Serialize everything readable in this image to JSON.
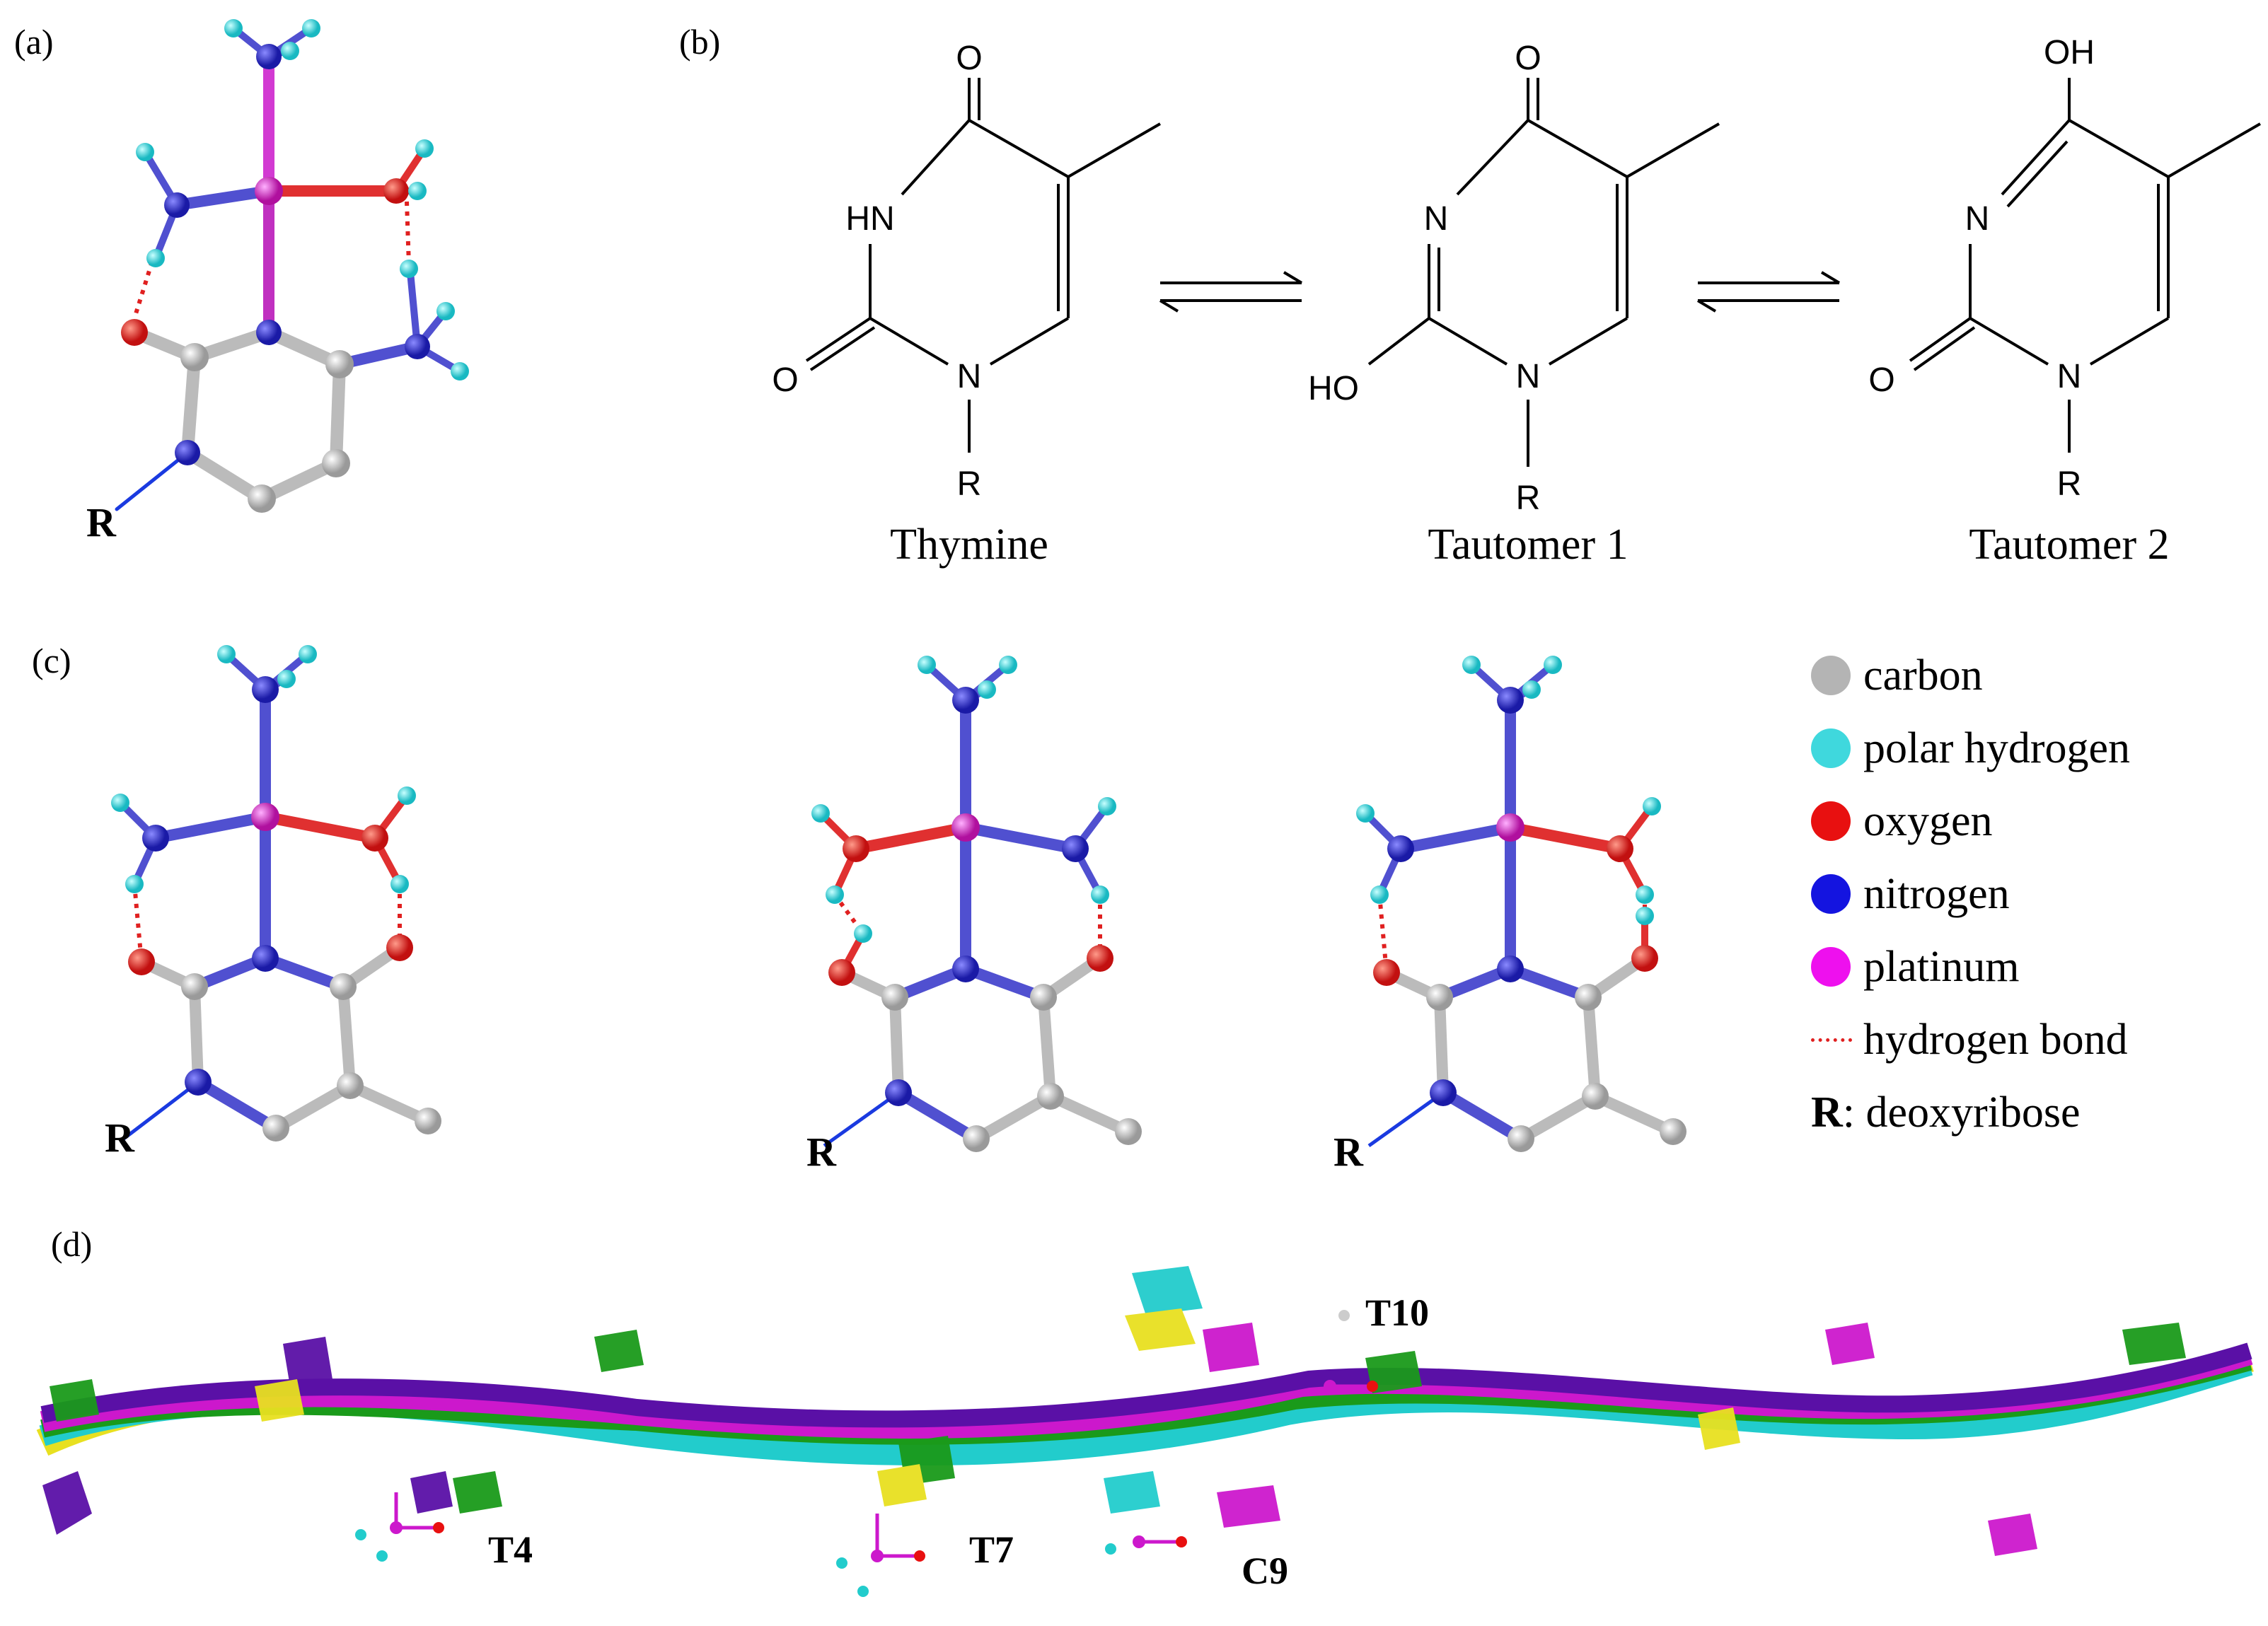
{
  "panels": {
    "a": {
      "label": "(a)",
      "r_label": "R"
    },
    "b": {
      "label": "(b)",
      "structures": [
        {
          "name": "Thymine",
          "atoms": {
            "top": "O",
            "left": "HN",
            "bottom_left": "O",
            "n1": "N",
            "r": "R"
          }
        },
        {
          "name": "Tautomer 1",
          "atoms": {
            "top": "O",
            "left": "N",
            "bottom_left": "HO",
            "n1": "N",
            "r": "R"
          }
        },
        {
          "name": "Tautomer 2",
          "atoms": {
            "top": "OH",
            "left": "N",
            "bottom_left": "O",
            "n1": "N",
            "r": "R"
          }
        }
      ]
    },
    "c": {
      "label": "(c)",
      "r_labels": [
        "R",
        "R",
        "R"
      ]
    },
    "d": {
      "label": "(d)",
      "residues": [
        "T4",
        "T7",
        "C9",
        "T10"
      ]
    }
  },
  "legend": {
    "items": [
      {
        "name": "carbon",
        "color": "#b4b4b4"
      },
      {
        "name": "polar hydrogen",
        "color": "#3fd8dd"
      },
      {
        "name": "oxygen",
        "color": "#e81010"
      },
      {
        "name": "nitrogen",
        "color": "#1414e0"
      },
      {
        "name": "platinum",
        "color": "#ee10ee"
      }
    ],
    "hbond": "hydrogen bond",
    "r_key": "R",
    "r_desc": ": deoxyribose"
  }
}
